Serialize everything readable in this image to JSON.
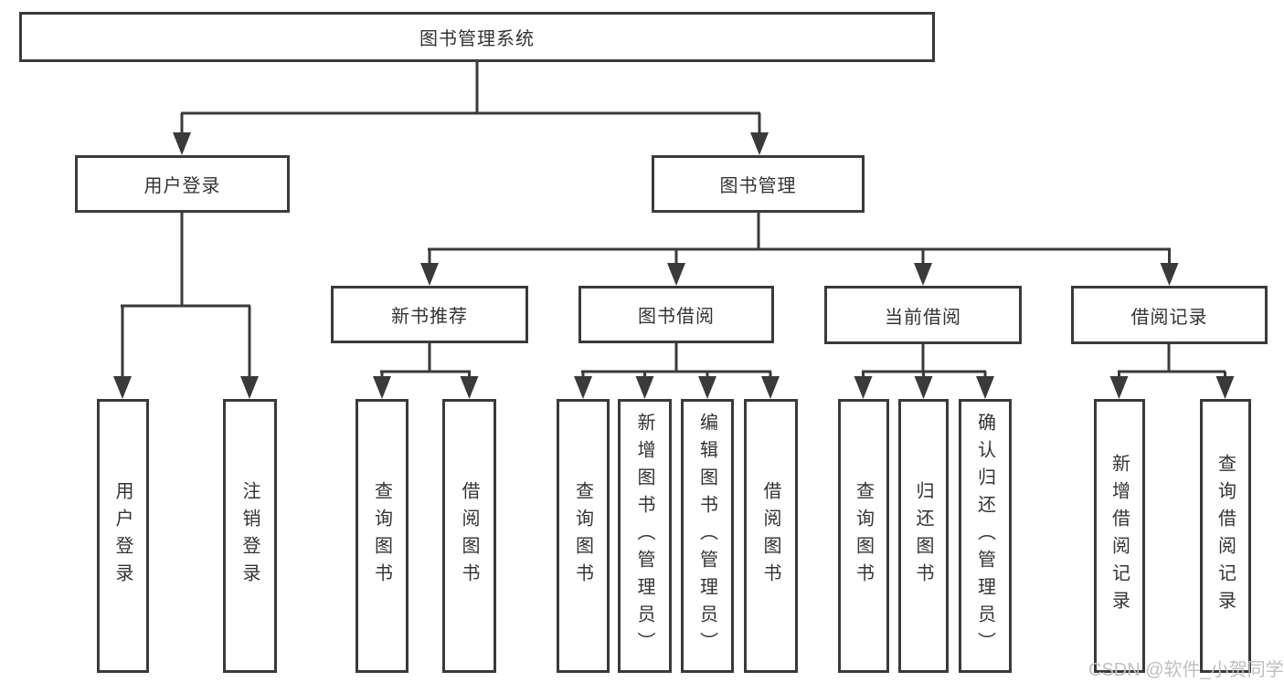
{
  "title": "图书管理系统",
  "level2": {
    "user_login": {
      "label": "用户登录",
      "children": [
        "用户登录",
        "注销登录"
      ]
    },
    "book_management": {
      "label": "图书管理"
    }
  },
  "sections": [
    {
      "label": "新书推荐",
      "children": [
        "查询图书",
        "借阅图书"
      ]
    },
    {
      "label": "图书借阅",
      "children": [
        "查询图书",
        "新增图书（管理员）",
        "编辑图书（管理员）",
        "借阅图书"
      ]
    },
    {
      "label": "当前借阅",
      "children": [
        "查询图书",
        "归还图书",
        "确认归还（管理员）"
      ]
    },
    {
      "label": "借阅记录",
      "children": [
        "新增借阅记录",
        "查询借阅记录"
      ]
    }
  ],
  "watermark": "CSDN @软件_小贺同学",
  "colors": {
    "line": "#3a3a3a",
    "text": "#333333",
    "watermark": "#bfbfbf",
    "background": "#ffffff"
  }
}
